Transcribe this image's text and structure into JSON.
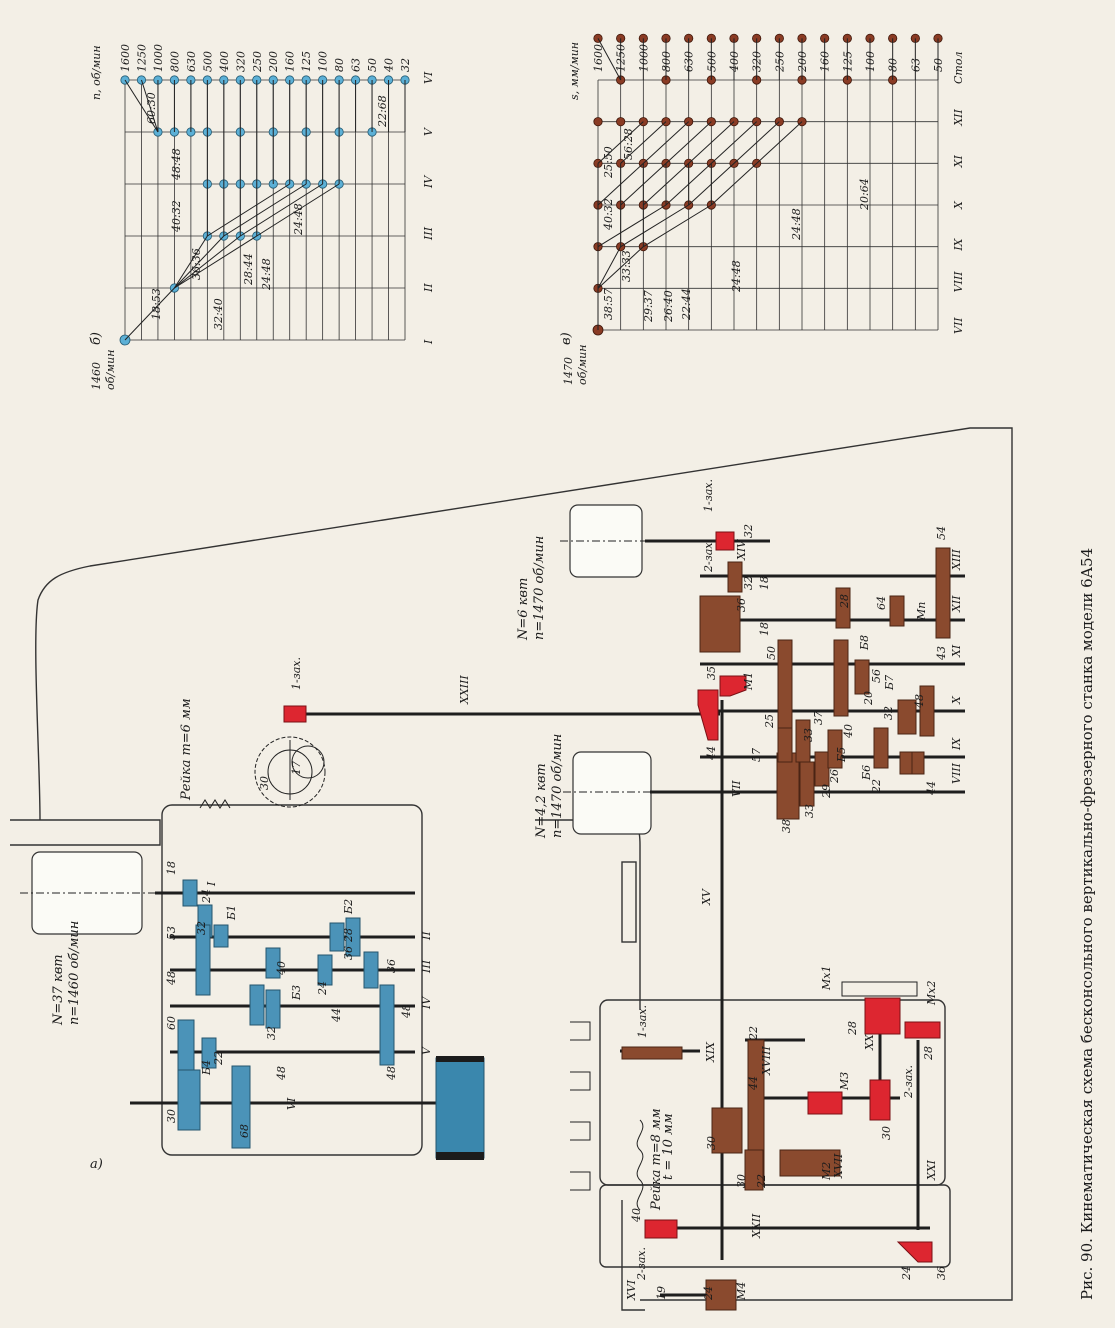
{
  "figure": {
    "caption": "Рис. 90. Кинематическая схема бесконсольного вертикально-фрезерного станка модели 6А54",
    "panel_a": "а)",
    "panel_b": "б)",
    "panel_c": "в)"
  },
  "main_motor": {
    "power": "N=37 квт",
    "speed": "n=1460 об/мин"
  },
  "feed_motor": {
    "power": "N=4,2 квт",
    "speed": "n=1470 об/мин"
  },
  "rapid_motor": {
    "power": "N=6 квт",
    "speed": "n=1470 об/мин"
  },
  "rack_top": "Рейка m=6 мм",
  "rack_bottom": "Рейка m=8 мм",
  "screw_pitch": "t = 10 мм",
  "worm_labels": {
    "one_start": "1-зах.",
    "two_start": "2-зах."
  },
  "shaft_labels": [
    "I",
    "II",
    "III",
    "IV",
    "V",
    "VI",
    "VII",
    "VIII",
    "IX",
    "X",
    "XI",
    "XII",
    "XIII",
    "XIV",
    "XV",
    "XVI",
    "XVII",
    "XVIII",
    "XIX",
    "XX",
    "XXI",
    "XXII",
    "XXIII"
  ],
  "block_labels": [
    "Б1",
    "Б2",
    "Б3",
    "Б4",
    "Б5",
    "Б6",
    "Б7",
    "Б8"
  ],
  "clutch_labels": [
    "М1",
    "М2",
    "М3",
    "М4",
    "Мп",
    "Мх1",
    "Мх2"
  ],
  "gear_numbers_spindle": [
    "18",
    "24",
    "32",
    "53",
    "28",
    "36",
    "40",
    "24",
    "48",
    "36",
    "44",
    "48",
    "60",
    "22",
    "32",
    "48",
    "48",
    "30",
    "68"
  ],
  "gear_numbers_feed": [
    "38",
    "33",
    "29",
    "57",
    "25",
    "33",
    "37",
    "26",
    "22",
    "40",
    "32",
    "48",
    "44",
    "56",
    "20",
    "50",
    "28",
    "64",
    "43",
    "18",
    "36",
    "18",
    "32",
    "32",
    "54",
    "35",
    "44",
    "30",
    "17"
  ],
  "gear_numbers_apron": [
    "22",
    "44",
    "30",
    "30",
    "22",
    "28",
    "28",
    "30",
    "40",
    "19",
    "24",
    "24",
    "36"
  ],
  "chart_spindle": {
    "axis_title": "n, об/мин",
    "input_speed": "1460 об/мин",
    "speeds": [
      "1600",
      "1250",
      "1000",
      "800",
      "630",
      "500",
      "400",
      "320",
      "250",
      "200",
      "160",
      "125",
      "100",
      "80",
      "63",
      "50",
      "40",
      "32"
    ],
    "shafts": [
      "I",
      "II",
      "III",
      "IV",
      "V",
      "VI"
    ],
    "ratios": [
      "18:53",
      "36:36",
      "32:40",
      "40:32",
      "28:44",
      "24:48",
      "48:48",
      "24:48",
      "60:30",
      "22:68"
    ]
  },
  "chart_feed": {
    "axis_title": "s, мм/мин",
    "input_speed": "1470 об/мин",
    "feeds": [
      "1600",
      "1250",
      "1000",
      "800",
      "630",
      "500",
      "400",
      "320",
      "250",
      "200",
      "160",
      "125",
      "100",
      "80",
      "63",
      "50"
    ],
    "last_column": "Стол",
    "shafts": [
      "VII",
      "VIII",
      "IX",
      "X",
      "XI",
      "XII"
    ],
    "ratios": [
      "38:57",
      "33:33",
      "29:37",
      "26:40",
      "22:44",
      "40:32",
      "25:50",
      "56:28",
      "24:48",
      "24:48",
      "20:64"
    ]
  }
}
